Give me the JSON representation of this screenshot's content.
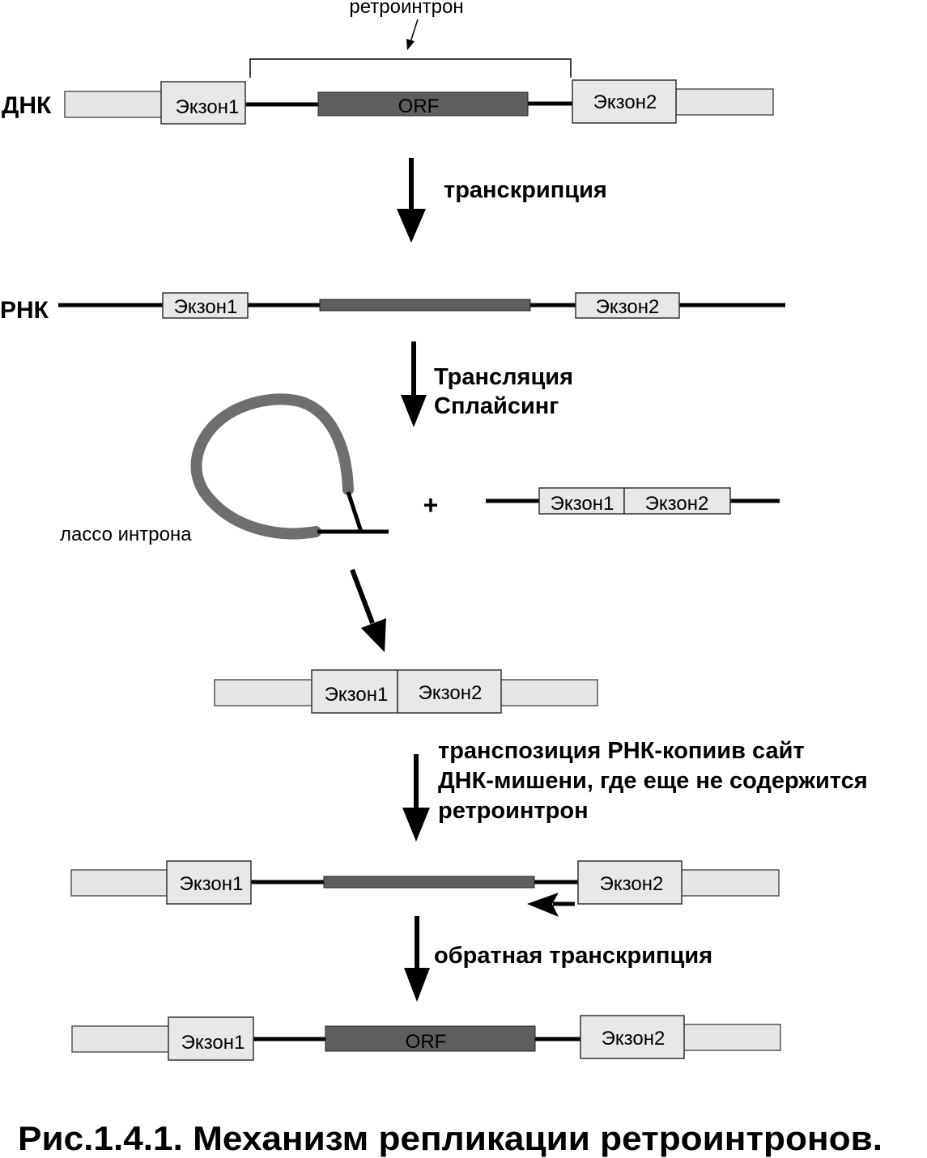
{
  "labels": {
    "retrointron": "ретроинтрон",
    "dna": "ДНК",
    "rna": "РНК",
    "exon1": "Экзон1",
    "exon2": "Экзон2",
    "orf": "ORF",
    "plus": "+",
    "lariat": "лассо интрона"
  },
  "steps": {
    "transcription": "транскрипция",
    "translation": "Трансляция",
    "splicing": "Сплайсинг",
    "transposition_line1": "транспозиция РНК-копиив сайт",
    "transposition_line2": "ДНК-мишени, где еще не содержится",
    "transposition_line3": "ретроинтрон",
    "reverse_transcription": "обратная транскрипция"
  },
  "caption": "Рис.1.4.1. Механизм репликации ретроинтронов.",
  "colors": {
    "flank": "#e6e6e6",
    "exon": "#e8e8e8",
    "orf": "#5e5e5e",
    "lariat": "#6e6e6e"
  }
}
